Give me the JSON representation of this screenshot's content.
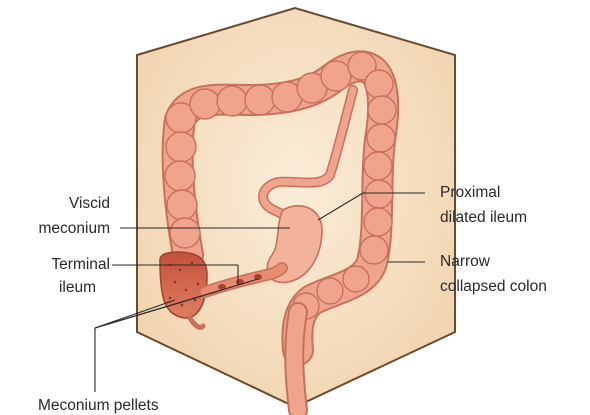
{
  "labels": {
    "viscid_line1": "Viscid",
    "viscid_line2": "meconium",
    "terminal_line1": "Terminal",
    "terminal_line2": "ileum",
    "proximal_line1": "Proximal",
    "proximal_line2": "dilated ileum",
    "narrow_line1": "Narrow",
    "narrow_line2": "collapsed colon",
    "pellets": "Meconium pellets"
  },
  "colors": {
    "abdomen_fill": "#f7e1c6",
    "abdomen_stroke": "#6b4a2e",
    "colon_fill": "#f0a48e",
    "colon_stroke": "#c9705a",
    "meconium_fill": "#c8543f",
    "leader_line": "#2a2a2a"
  }
}
